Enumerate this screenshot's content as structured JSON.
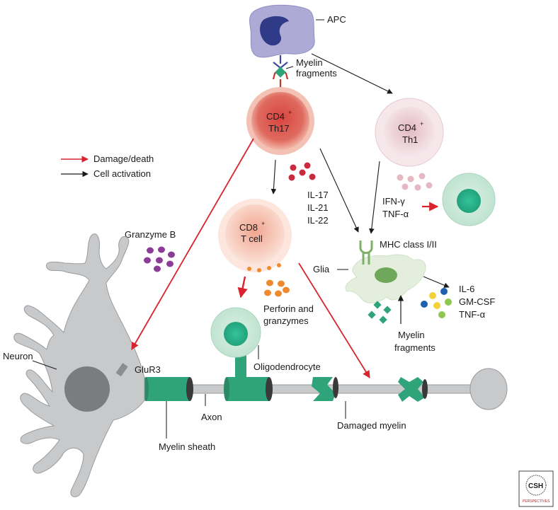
{
  "labels": {
    "apc": "APC",
    "myelin_fragments_top_1": "Myelin",
    "myelin_fragments_top_2": "fragments",
    "cd4_th17_1": "CD4",
    "cd4_th17_sup": "+",
    "cd4_th17_2": "Th17",
    "cd4_th1_1": "CD4",
    "cd4_th1_sup": "+",
    "cd4_th1_2": "Th1",
    "cd8_1": "CD8",
    "cd8_sup": "+",
    "cd8_2": "T cell",
    "il17": "IL-17",
    "il21": "IL-21",
    "il22": "IL-22",
    "ifn": "IFN-γ",
    "tnf1": "TNF-α",
    "mhc": "MHC class I/II",
    "glia": "Glia",
    "il6": "IL-6",
    "gmcsf": "GM-CSF",
    "tnf2": "TNF-α",
    "myelin_fragments_bottom_1": "Myelin",
    "myelin_fragments_bottom_2": "fragments",
    "granzyme_b": "Granzyme B",
    "perforin_1": "Perforin and",
    "perforin_2": "granzymes",
    "oligodendrocyte": "Oligodendrocyte",
    "neuron": "Neuron",
    "glur3": "GluR3",
    "axon": "Axon",
    "myelin_sheath": "Myelin sheath",
    "damaged_myelin": "Damaged myelin"
  },
  "legend": {
    "damage": "Damage/death",
    "activation": "Cell activation"
  },
  "logo": {
    "main": "CSH",
    "sub": "PERSPECTIVES"
  },
  "colors": {
    "damage_arrow": "#d9232e",
    "activation_arrow": "#1a1a1a",
    "th17": "#d9544f",
    "th1": "#e6c4cc",
    "cd8": "#f3b3a0",
    "myelin": "#2fa37a",
    "neuron": "#c8c9cb",
    "glia": "#e1eedb",
    "apc": "#a9a8d4"
  }
}
